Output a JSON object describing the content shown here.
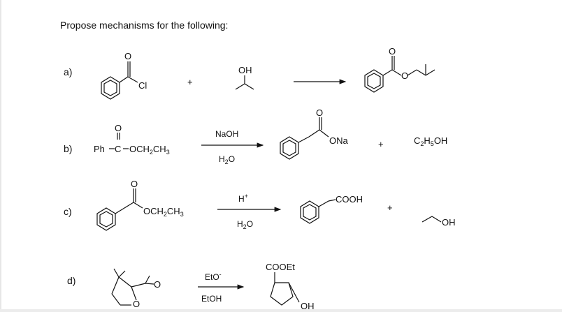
{
  "heading": "Propose mechanisms for the following:",
  "labels": {
    "a": "a)",
    "b": "b)",
    "c": "c)",
    "d": "d)"
  },
  "plus": "+",
  "groups": {
    "a_cl": "Cl",
    "a_oh": "OH",
    "a_o1": "O",
    "a_o2": "O",
    "a_o3": "O",
    "b_ph": "Ph",
    "b_c": "C",
    "b_och2": "OCH",
    "b_och2_tail": "CH",
    "b_ona": "ONa",
    "b_o1": "O",
    "b_o2": "O",
    "b_c2h5_c": "C",
    "b_c2h5_h": "H",
    "b_c2h5_oh": "OH",
    "c_och2": "OCH",
    "c_och2_tail": "CH",
    "c_cooh": "COOH",
    "c_oh": "OH",
    "c_o": "O",
    "d_o1": "O",
    "d_o2": "O",
    "d_cooet": "COOEt",
    "d_oh": "OH"
  },
  "subs": {
    "two": "2",
    "three": "3",
    "five": "5"
  },
  "conditions": {
    "b_top": "NaOH",
    "b_bottom_h": "H",
    "b_bottom_o": "O",
    "c_top": "H",
    "c_top_sup": "+",
    "c_bottom_h": "H",
    "c_bottom_o": "O",
    "d_top": "EtO",
    "d_top_sup": "-",
    "d_bottom": "EtOH"
  }
}
